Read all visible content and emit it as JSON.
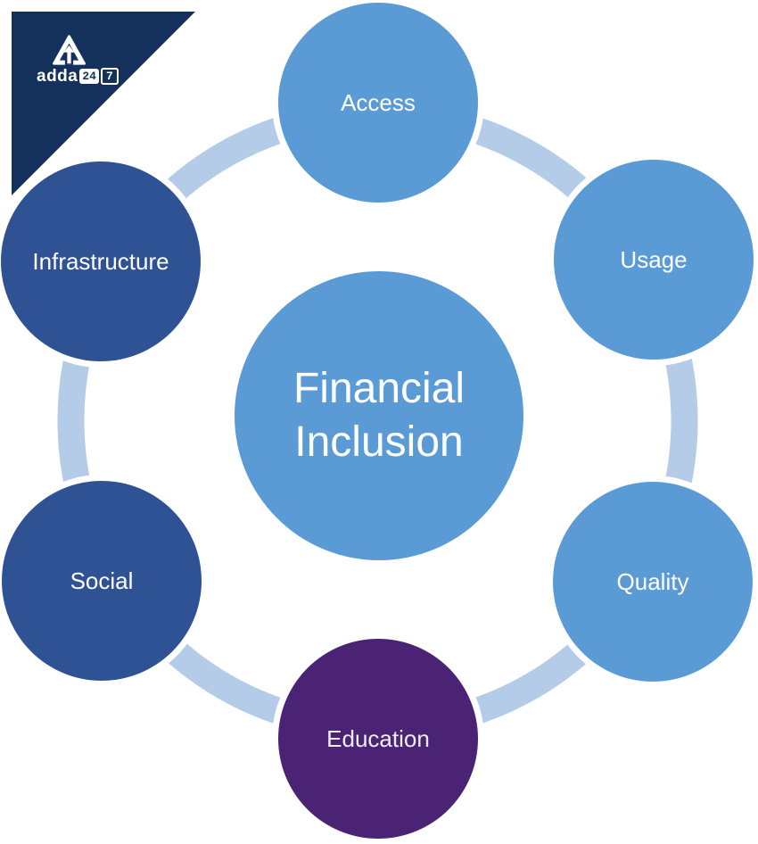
{
  "page": {
    "background_color": "#FFFFFF"
  },
  "logo": {
    "brand_text": "adda",
    "badge_24": "24",
    "badge_7": "7",
    "banner_color": "#14315C",
    "mark_icon": "triangle-recycle-arrow"
  },
  "diagram": {
    "type": "cycle",
    "ring_color": "#B5CCE9",
    "center": {
      "label": "Financial Inclusion",
      "color": "#5B9BD5",
      "text_color": "#FFFFFF"
    },
    "nodes": [
      {
        "label": "Access",
        "position": "top",
        "color": "#5B9BD5",
        "text_color": "#FFFFFF"
      },
      {
        "label": "Usage",
        "position": "upper-right",
        "color": "#5B9BD5",
        "text_color": "#FFFFFF"
      },
      {
        "label": "Quality",
        "position": "lower-right",
        "color": "#5B9BD5",
        "text_color": "#FFFFFF"
      },
      {
        "label": "Education",
        "position": "bottom",
        "color": "#4B2375",
        "text_color": "#F0EDF7"
      },
      {
        "label": "Social",
        "position": "lower-left",
        "color": "#2E5294",
        "text_color": "#FFFFFF"
      },
      {
        "label": "Infrastructure",
        "position": "upper-left",
        "color": "#2E5294",
        "text_color": "#FFFFFF"
      }
    ]
  }
}
